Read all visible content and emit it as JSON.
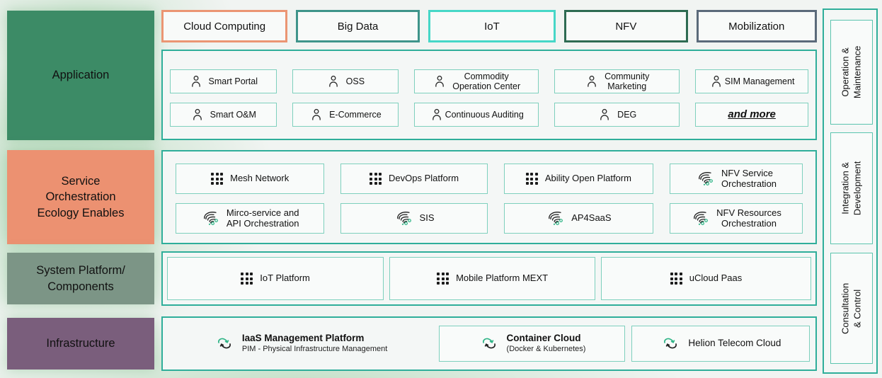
{
  "rows": {
    "application": {
      "label": "Application",
      "color": "#3c8b66"
    },
    "service": {
      "label": "Service\nOrchestration\nEcology Enables",
      "color": "#ec9171"
    },
    "system": {
      "label": "System Platform/\nComponents",
      "color": "#7c9586"
    },
    "infrastructure": {
      "label": "Infrastructure",
      "color": "#7a5e7c"
    }
  },
  "tabs": [
    {
      "label": "Cloud Computing",
      "border": "#eb9573"
    },
    {
      "label": "Big Data",
      "border": "#3e948a"
    },
    {
      "label": "IoT",
      "border": "#46d7c7"
    },
    {
      "label": "NFV",
      "border": "#2e6b52"
    },
    {
      "label": "Mobilization",
      "border": "#5b6a7a"
    }
  ],
  "application": {
    "row1": [
      {
        "label": "Smart Portal",
        "icon": "person-icon"
      },
      {
        "label": "OSS",
        "icon": "person-icon"
      },
      {
        "label": "Commodity\nOperation Center",
        "icon": "person-icon"
      },
      {
        "label": "Community\nMarketing",
        "icon": "person-icon"
      },
      {
        "label": "SIM Management",
        "icon": "person-icon"
      }
    ],
    "row2": [
      {
        "label": "Smart O&M",
        "icon": "person-icon"
      },
      {
        "label": "E-Commerce",
        "icon": "person-icon"
      },
      {
        "label": "Continuous Auditing",
        "icon": "person-icon"
      },
      {
        "label": "DEG",
        "icon": "person-icon"
      },
      {
        "label": "and more",
        "icon": "none"
      }
    ]
  },
  "service": {
    "row1": [
      {
        "label": "Mesh Network",
        "icon": "grid-icon"
      },
      {
        "label": "DevOps Platform",
        "icon": "grid-icon"
      },
      {
        "label": "Ability Open Platform",
        "icon": "grid-icon"
      },
      {
        "label": "NFV Service\nOrchestration",
        "icon": "swirl-icon"
      }
    ],
    "row2": [
      {
        "label": "Mirco-service and\nAPI Orchestration",
        "icon": "swirl-icon"
      },
      {
        "label": "SIS",
        "icon": "swirl-icon"
      },
      {
        "label": "AP4SaaS",
        "icon": "swirl-icon"
      },
      {
        "label": "NFV Resources\nOrchestration",
        "icon": "swirl-icon"
      }
    ]
  },
  "system": {
    "items": [
      {
        "label": "IoT Platform",
        "icon": "grid-icon"
      },
      {
        "label": "Mobile Platform MEXT",
        "icon": "grid-icon"
      },
      {
        "label": "uCloud Paas",
        "icon": "grid-icon"
      }
    ]
  },
  "infrastructure": {
    "items": [
      {
        "title": "IaaS Management Platform",
        "subtitle": "PIM - Physical Infrastructure Management",
        "icon": "cloud-sync-icon"
      },
      {
        "title": "Container Cloud",
        "subtitle": "(Docker & Kubernetes)",
        "icon": "cloud-sync-icon"
      },
      {
        "title": "Helion Telecom Cloud",
        "subtitle": "",
        "icon": "cloud-sync-icon"
      }
    ]
  },
  "sidebar": {
    "items": [
      {
        "label": "Operation &\nMaintenance"
      },
      {
        "label": "Integration &\nDevelopment"
      },
      {
        "label": "Consultation & Control"
      }
    ]
  },
  "palette": {
    "container_border": "#2fae9a",
    "item_border": "#7ed0bd",
    "icon_green": "#2eb486",
    "background": "#f1f4f2"
  }
}
